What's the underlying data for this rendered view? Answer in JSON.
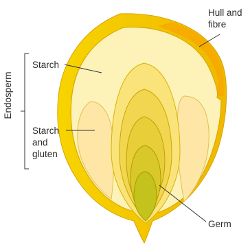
{
  "diagram": {
    "labels": {
      "hull_line1": "Hull and",
      "hull_line2": "fibre",
      "starch": "Starch",
      "starch_gluten_line1": "Starch",
      "starch_gluten_line2": "and",
      "starch_gluten_line3": "gluten",
      "germ": "Germ",
      "endosperm": "Endosperm"
    },
    "colors": {
      "hull": "#f2c500",
      "hull_highlight": "#f6a800",
      "endosperm_starch": "#fdf3b8",
      "starch_gluten": "#fde6a6",
      "germ_outer": "#f5d95a",
      "germ_core": "#c9c21a",
      "leader_line": "#333333"
    }
  }
}
